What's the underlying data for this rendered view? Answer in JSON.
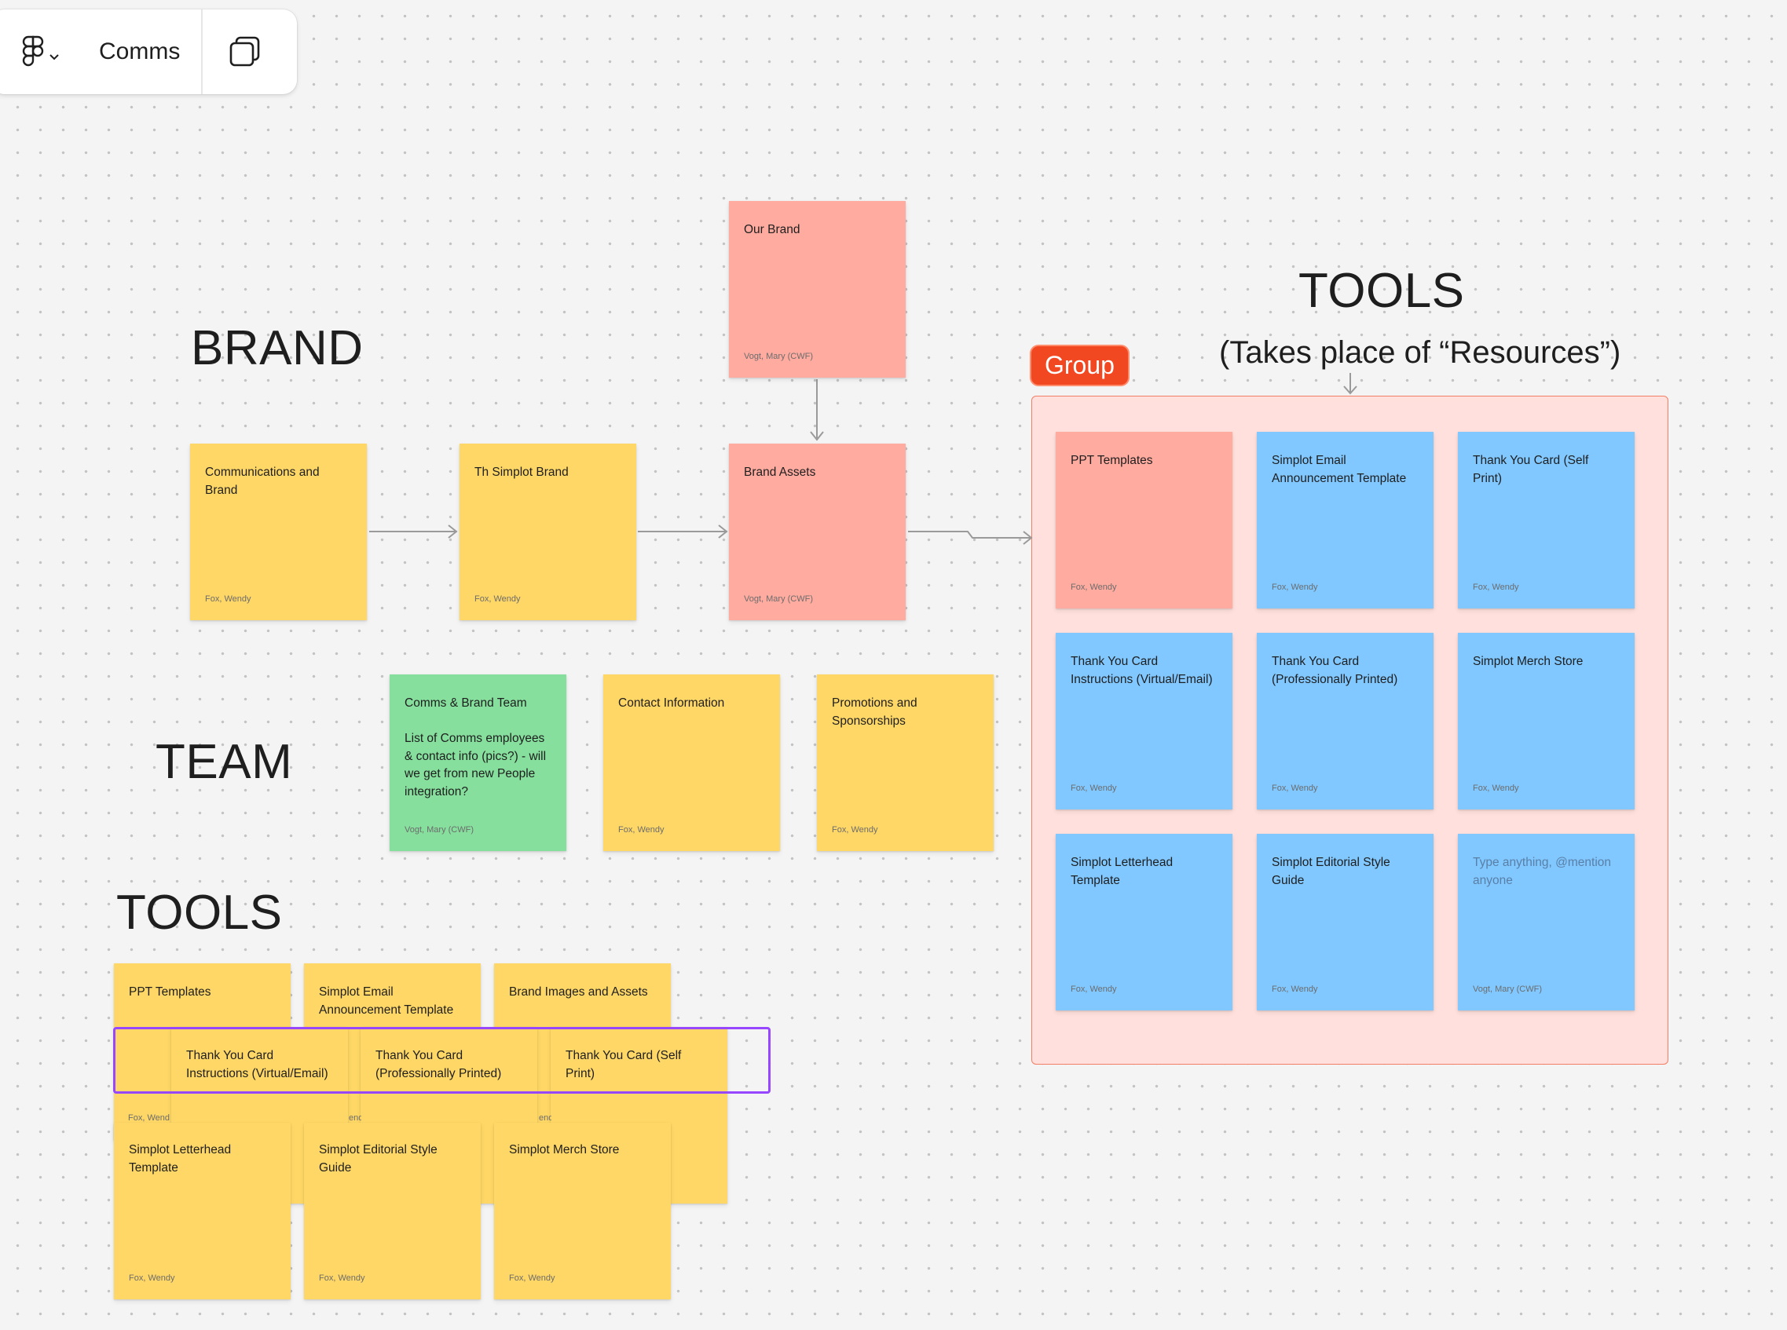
{
  "toolbar": {
    "file_name": "Comms",
    "menu_icon": "figma-logo-icon",
    "chevron_icon": "chevron-down-icon",
    "pages_icon": "pages-icon"
  },
  "headings": {
    "brand": "BRAND",
    "team": "TEAM",
    "tools_left": "TOOLS",
    "tools_right": "TOOLS",
    "tools_right_subtitle": "(Takes place of “Resources”)"
  },
  "group": {
    "badge": "Group"
  },
  "colors": {
    "yellow": "#ffd766",
    "pink": "#ffaba0",
    "blue": "#80c8ff",
    "green": "#86df9d",
    "group_fill": "#ffe0dc",
    "group_badge": "#f24822",
    "selection": "#9747ff"
  },
  "stickies": {
    "our_brand": {
      "text": "Our Brand",
      "author": "Vogt, Mary (CWF)"
    },
    "comms_and_brand": {
      "text": "Communications and Brand",
      "author": "Fox, Wendy"
    },
    "simplot_brand": {
      "text": "Th Simplot Brand",
      "author": "Fox, Wendy"
    },
    "brand_assets": {
      "text": "Brand Assets",
      "author": "Vogt, Mary (CWF)"
    },
    "comms_team": {
      "text": "Comms & Brand Team\n\nList of Comms employees & contact info (pics?) - will we get from new People integration?",
      "author": "Vogt, Mary (CWF)"
    },
    "contact_info": {
      "text": "Contact Information",
      "author": "Fox, Wendy"
    },
    "promotions": {
      "text": "Promotions and Sponsorships",
      "author": "Fox, Wendy"
    },
    "g_ppt": {
      "text": "PPT Templates",
      "author": "Fox, Wendy"
    },
    "g_email": {
      "text": "Simplot Email Announcement Template",
      "author": "Fox, Wendy"
    },
    "g_thanks_self": {
      "text": "Thank You Card (Self Print)",
      "author": "Fox, Wendy"
    },
    "g_thanks_virtual": {
      "text": "Thank You Card Instructions (Virtual/Email)",
      "author": "Fox, Wendy"
    },
    "g_thanks_prof": {
      "text": "Thank You Card (Professionally Printed)",
      "author": "Fox, Wendy"
    },
    "g_merch": {
      "text": "Simplot Merch Store",
      "author": "Fox, Wendy"
    },
    "g_letterhead": {
      "text": "Simplot Letterhead Template",
      "author": "Fox, Wendy"
    },
    "g_style": {
      "text": "Simplot Editorial Style Guide",
      "author": "Fox, Wendy"
    },
    "g_placeholder": {
      "text": "Type anything, @mention anyone",
      "author": "Vogt, Mary (CWF)"
    },
    "t_ppt": {
      "text": "PPT Templates"
    },
    "t_email": {
      "text": "Simplot Email Announcement Template"
    },
    "t_images": {
      "text": "Brand Images and Assets"
    },
    "t_thanks_virtual": {
      "text": "Thank You Card Instructions (Virtual/Email)"
    },
    "t_thanks_prof": {
      "text": "Thank You Card (Professionally Printed)"
    },
    "t_thanks_self": {
      "text": "Thank You Card (Self Print)"
    },
    "t_frag_1": {
      "author": "Fox, Wend"
    },
    "t_frag_2": {
      "author": "end"
    },
    "t_frag_3": {
      "author": "end"
    },
    "t_letterhead": {
      "text": "Simplot Letterhead Template",
      "author": "Fox, Wendy"
    },
    "t_style": {
      "text": "Simplot Editorial Style Guide",
      "author": "Fox, Wendy"
    },
    "t_merch": {
      "text": "Simplot Merch Store",
      "author": "Fox, Wendy"
    }
  }
}
